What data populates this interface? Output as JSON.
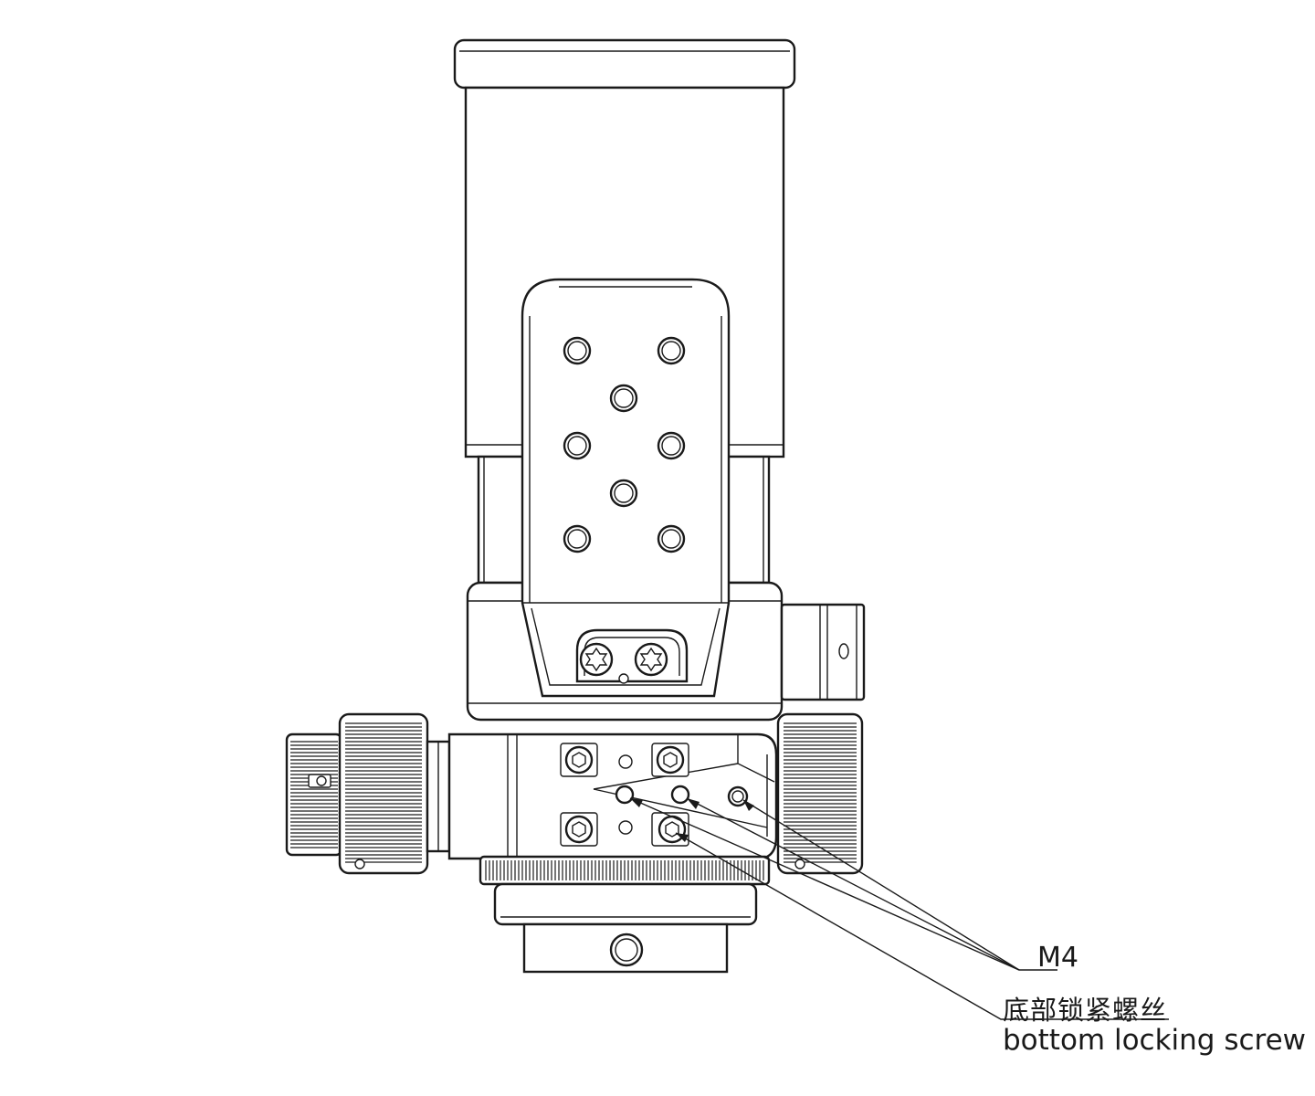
{
  "callouts": {
    "m4": "M4",
    "bottom_screw_cn": "底部锁紧螺丝",
    "bottom_screw_en": "bottom locking screw"
  },
  "style": {
    "line_color": "#1a1a1a",
    "background": "#ffffff"
  }
}
